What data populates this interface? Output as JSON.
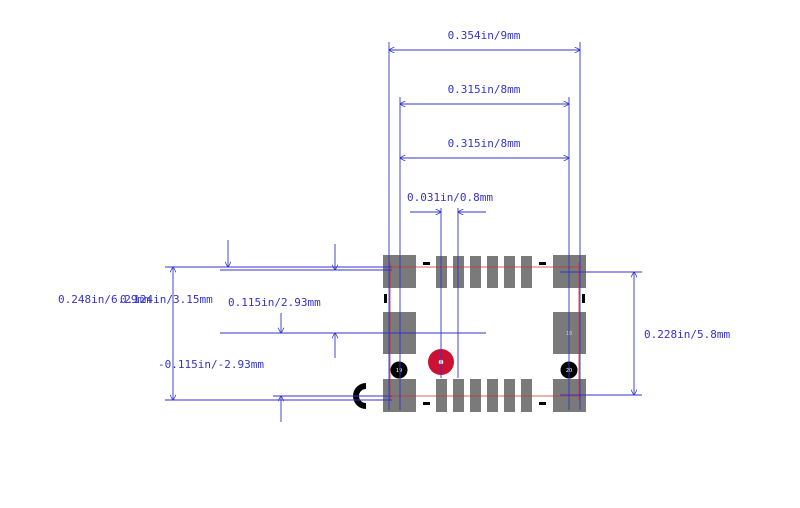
{
  "dimensions": {
    "overall_width": "0.354in/9mm",
    "pad_span_top": "0.315in/8mm",
    "pad_span_mid": "0.315in/8mm",
    "pitch": "0.031in/0.8mm",
    "left_overall": "0.248in/6.29mm",
    "left_overlap": "0.124in/3.15mm",
    "upper_offset": "0.115in/2.93mm",
    "lower_offset": "-0.115in/-2.93mm",
    "right_height": "0.228in/5.8mm"
  },
  "pins": {
    "left_marker": "19",
    "right_marker": "20",
    "mid_right_label": "18"
  },
  "colors": {
    "dimension": "#3333cc",
    "pad": "#7a7a7a",
    "outline": "#cc3333",
    "pin1": "#cc1133",
    "marker": "#000000"
  }
}
